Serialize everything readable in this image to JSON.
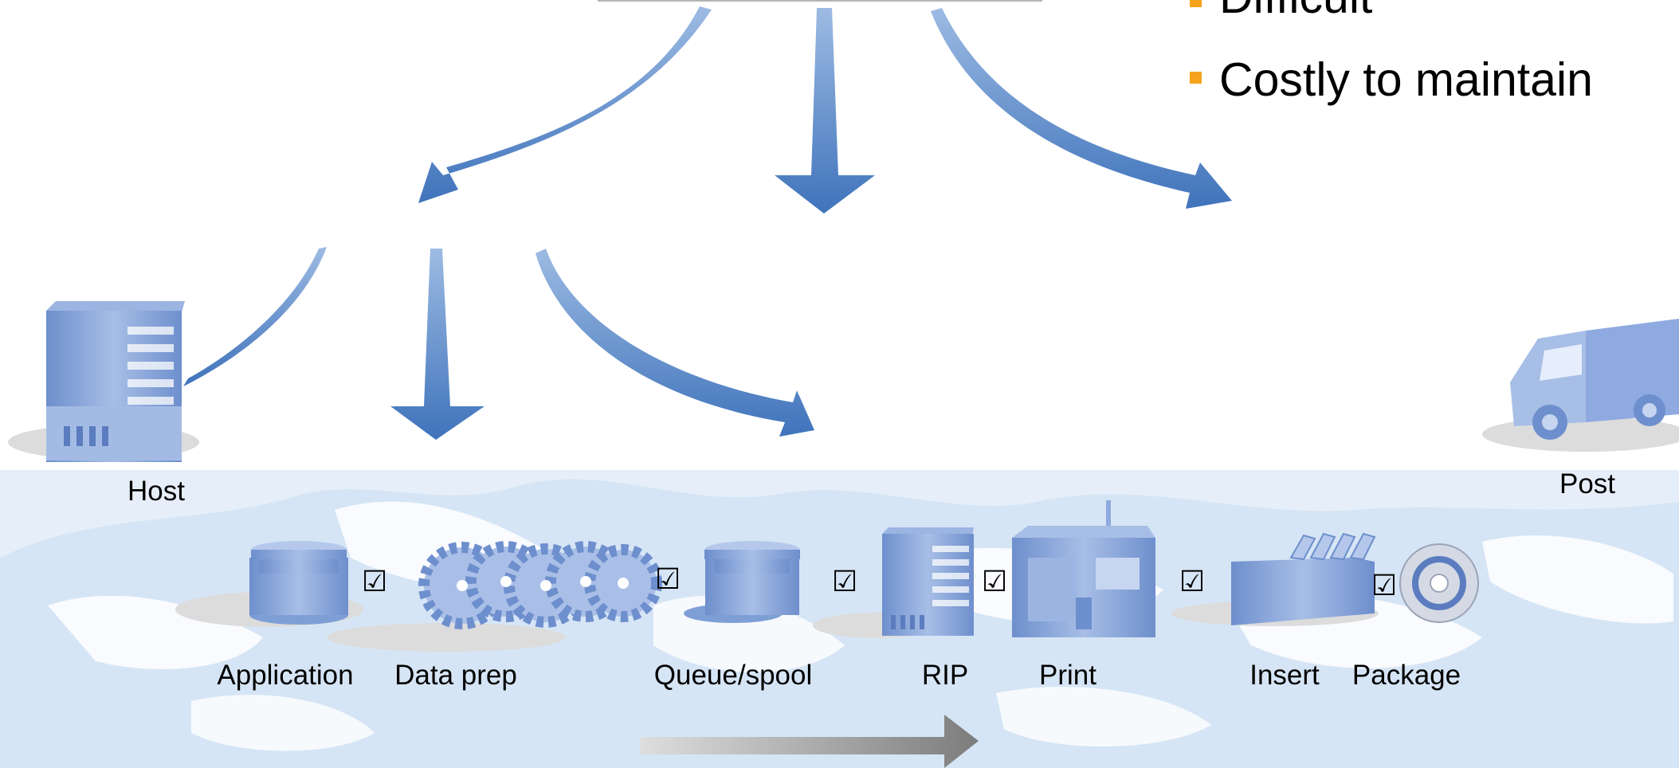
{
  "bullets": [
    "Difficult",
    "Costly to maintain"
  ],
  "labels": {
    "host": "Host",
    "post": "Post",
    "application": "Application",
    "data_prep": "Data prep",
    "queue_spool": "Queue/spool",
    "rip": "RIP",
    "print": "Print",
    "insert": "Insert",
    "package": "Package"
  },
  "check_glyph": "☑",
  "colors": {
    "arrow_blue": "#3f73bb",
    "icon_blue": "#7e9fd6",
    "bullet_orange": "#f5a31c",
    "flow_arrow_gray": "#8a8a8a"
  }
}
